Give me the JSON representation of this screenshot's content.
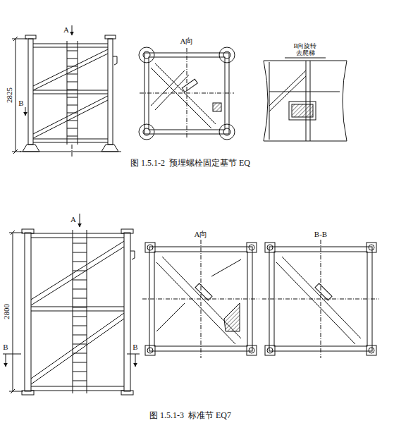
{
  "diagram": {
    "labels": [
      "A",
      "2825",
      "B",
      "A向",
      "B向旋转",
      "去爬梯",
      "图 1.5.1-2  预埋螺栓固定基节 EQ",
      "A",
      "2800",
      "B",
      "B",
      "A向",
      "B-B",
      "图 1.5.1-3  标准节 EQ7"
    ]
  }
}
